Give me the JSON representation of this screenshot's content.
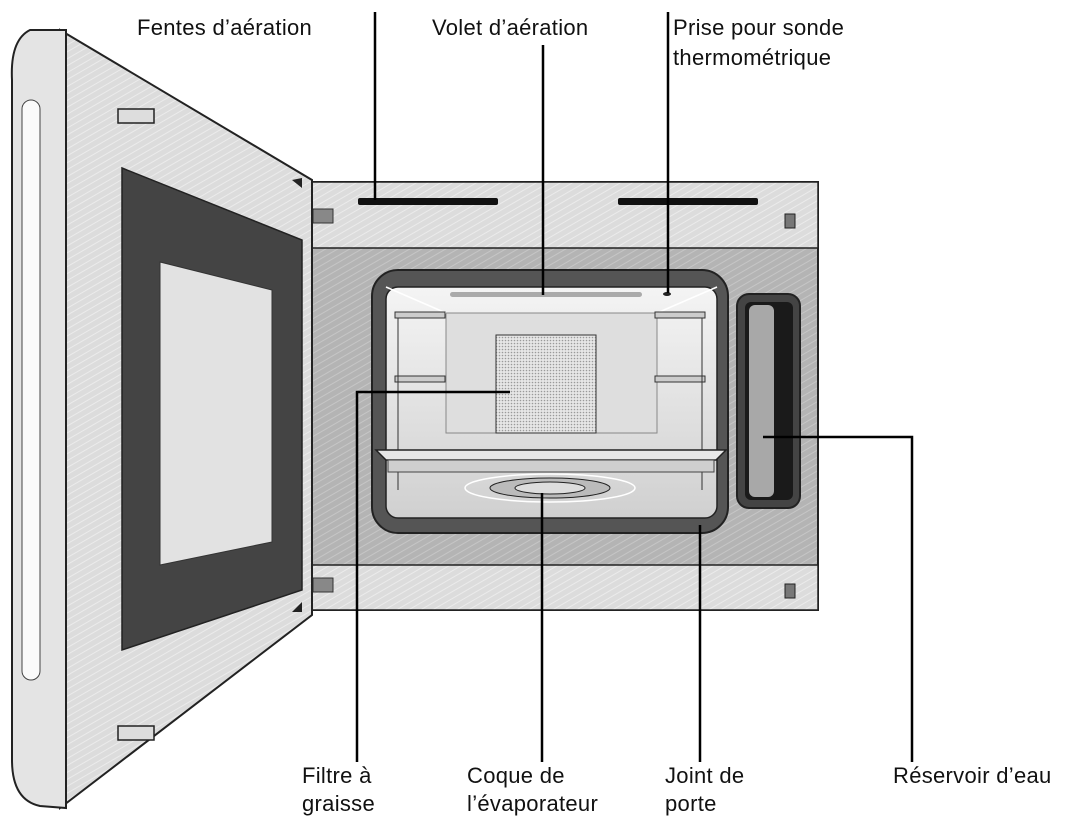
{
  "labels": {
    "vent_slots": "Fentes d’aération",
    "vent_flap": "Volet d’aération",
    "probe_socket_line1": "Prise pour sonde",
    "probe_socket_line2": "thermométrique",
    "grease_filter_line1": "Filtre à",
    "grease_filter_line2": "graisse",
    "evaporator_line1": "Coque de",
    "evaporator_line2": "l’évaporateur",
    "door_seal_line1": "Joint de",
    "door_seal_line2": "porte",
    "water_tank": "Réservoir d’eau"
  }
}
